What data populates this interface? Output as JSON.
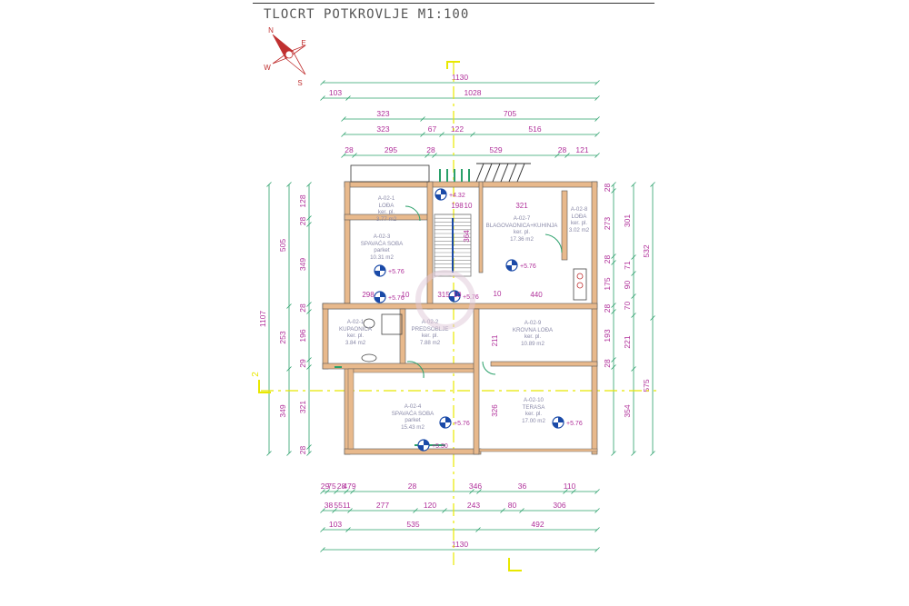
{
  "title": "TLOCRT POTKROVLJE M1:100",
  "compass": {
    "n": "N",
    "e": "E",
    "s": "S",
    "w": "W"
  },
  "colors": {
    "dim_line": "#2aa06a",
    "dim_text": "#b0309a",
    "wall": "#e8b98c",
    "wall_outline": "#555555",
    "room_text": "#8a8aa8",
    "axis": "#e8e800",
    "compass": "#c03030",
    "level_marker": "#1a4aa8"
  },
  "dims_top": {
    "row1": [
      "1130"
    ],
    "row2": [
      "103",
      "1028"
    ],
    "row3": [
      "323",
      "705"
    ],
    "row4": [
      "323",
      "67",
      "122",
      "516"
    ],
    "row5": [
      "28",
      "295",
      "28",
      "529",
      "28",
      "121"
    ]
  },
  "dims_bottom": {
    "row1": [
      "29",
      "75",
      "28",
      "479",
      "28",
      "346",
      "36",
      "110"
    ],
    "row2": [
      "38",
      "5511",
      "277",
      "120",
      "243",
      "80",
      "306"
    ],
    "row3": [
      "103",
      "535",
      "492"
    ],
    "row4": [
      "1130"
    ]
  },
  "dims_left": {
    "outer": [
      "1107"
    ],
    "mid": [
      "505",
      "253",
      "349"
    ],
    "inner": [
      "128",
      "28",
      "349",
      "28",
      "196",
      "29",
      "321",
      "28"
    ]
  },
  "dims_right": {
    "outer": [
      "575"
    ],
    "mid": [
      "532"
    ],
    "inner1": [
      "301",
      "71",
      "90",
      "70",
      "221",
      "354"
    ],
    "inner2": [
      "28",
      "273",
      "28",
      "175",
      "28",
      "193",
      "28"
    ]
  },
  "inner_dims": [
    "298",
    "10",
    "315",
    "10",
    "440",
    "198",
    "10",
    "321",
    "364",
    "211",
    "326",
    "10"
  ],
  "rooms": [
    {
      "id": "A-02-1",
      "name": "LOĐA",
      "sub": "ker. pl.",
      "area": "3.77 m2"
    },
    {
      "id": "A-02-3",
      "name": "SPAVAĆA SOBA",
      "sub": "parket",
      "area": "10.31 m2"
    },
    {
      "id": "A-02-7",
      "name": "BLAGOVAONICA+KUHINJA",
      "sub": "ker. pl.",
      "area": "17.36 m2"
    },
    {
      "id": "A-02-8",
      "name": "LOĐA",
      "sub": "ker. pl.",
      "area": "3.02 m2"
    },
    {
      "id": "A-02-1",
      "name": "KUPAONICA",
      "sub": "ker. pl.",
      "area": "3.84 m2"
    },
    {
      "id": "A-02-2",
      "name": "PREDSOBLJE",
      "sub": "ker. pl.",
      "area": "7.88 m2"
    },
    {
      "id": "A-02-9",
      "name": "KROVNA LOĐA",
      "sub": "ker. pl.",
      "area": "10.89 m2"
    },
    {
      "id": "A-02-4",
      "name": "SPAVAĆA SOBA",
      "sub": "parket",
      "area": "15.43 m2"
    },
    {
      "id": "A-02-10",
      "name": "TERASA",
      "sub": "ker. pl.",
      "area": "17.00 m2"
    }
  ],
  "levels": [
    "+4.32",
    "+5.76",
    "+5.76",
    "+5.76",
    "+5.76",
    "+5.76",
    "+5.76",
    "+5.30"
  ],
  "axis_label": "2"
}
